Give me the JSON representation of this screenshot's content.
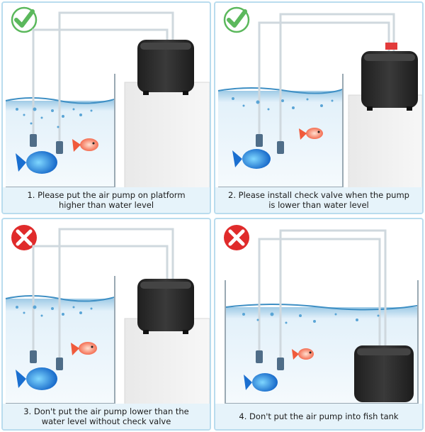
{
  "colors": {
    "panel_border": "#b9dcee",
    "caption_bg": "#e6f3fa",
    "check_green": "#5bb85c",
    "cross_red": "#e02b2b",
    "water": "#d7ebf7",
    "pump": "#2a2a2a"
  },
  "panels": [
    {
      "status_icon": "checkmark-icon",
      "caption": "1. Please put the air pump on platform\nhigher than water level"
    },
    {
      "status_icon": "checkmark-icon",
      "caption": "2. Please install check valve when the pump\nis lower than water level"
    },
    {
      "status_icon": "cross-icon",
      "caption": "3.  Don't put the air pump lower than the\nwater level without check valve"
    },
    {
      "status_icon": "cross-icon",
      "caption": "4. Don't put the air pump into fish tank"
    }
  ]
}
